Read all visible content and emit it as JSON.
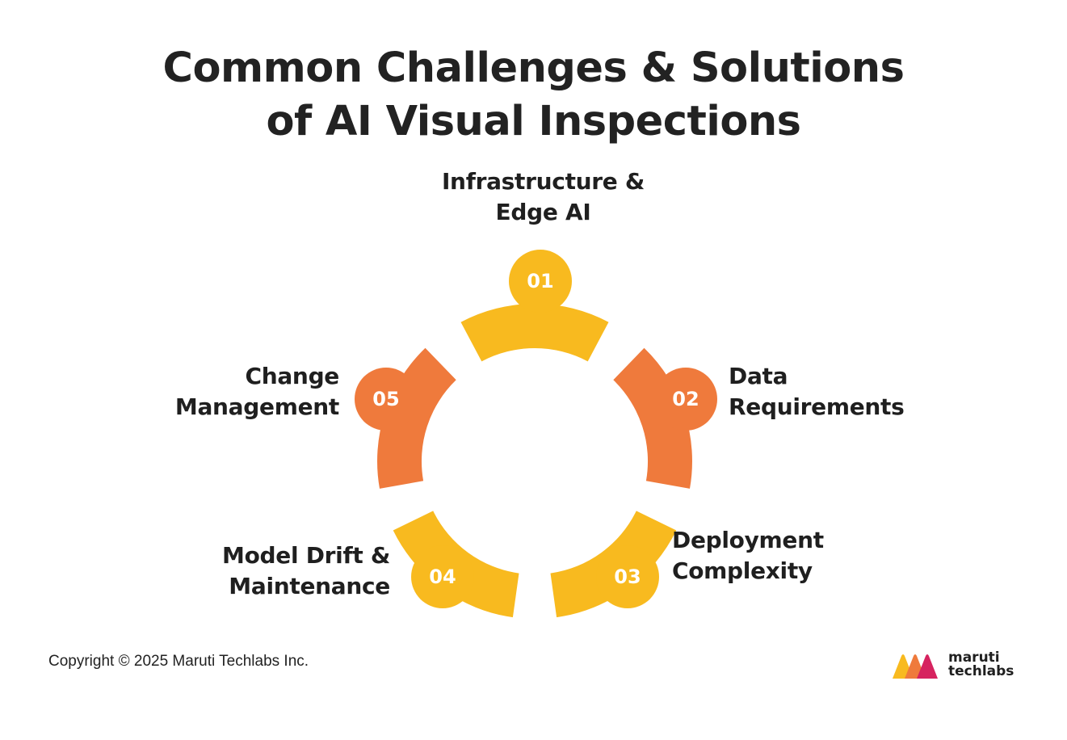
{
  "title": {
    "line1": "Common Challenges & Solutions",
    "line2": "of AI Visual Inspections"
  },
  "colors": {
    "yellow": "#F8BA1F",
    "orange": "#EF7A3C",
    "text": "#1f1f1f"
  },
  "steps": [
    {
      "number": "01",
      "label_line1": "Infrastructure &",
      "label_line2": "Edge AI",
      "color": "yellow"
    },
    {
      "number": "02",
      "label_line1": "Data",
      "label_line2": "Requirements",
      "color": "orange"
    },
    {
      "number": "03",
      "label_line1": "Deployment",
      "label_line2": "Complexity",
      "color": "yellow"
    },
    {
      "number": "04",
      "label_line1": "Model Drift &",
      "label_line2": "Maintenance",
      "color": "yellow"
    },
    {
      "number": "05",
      "label_line1": "Change",
      "label_line2": "Management",
      "color": "orange"
    }
  ],
  "footer": {
    "copyright": "Copyright © 2025 Maruti Techlabs Inc.",
    "logo_line1": "maruti",
    "logo_line2": "techlabs"
  }
}
